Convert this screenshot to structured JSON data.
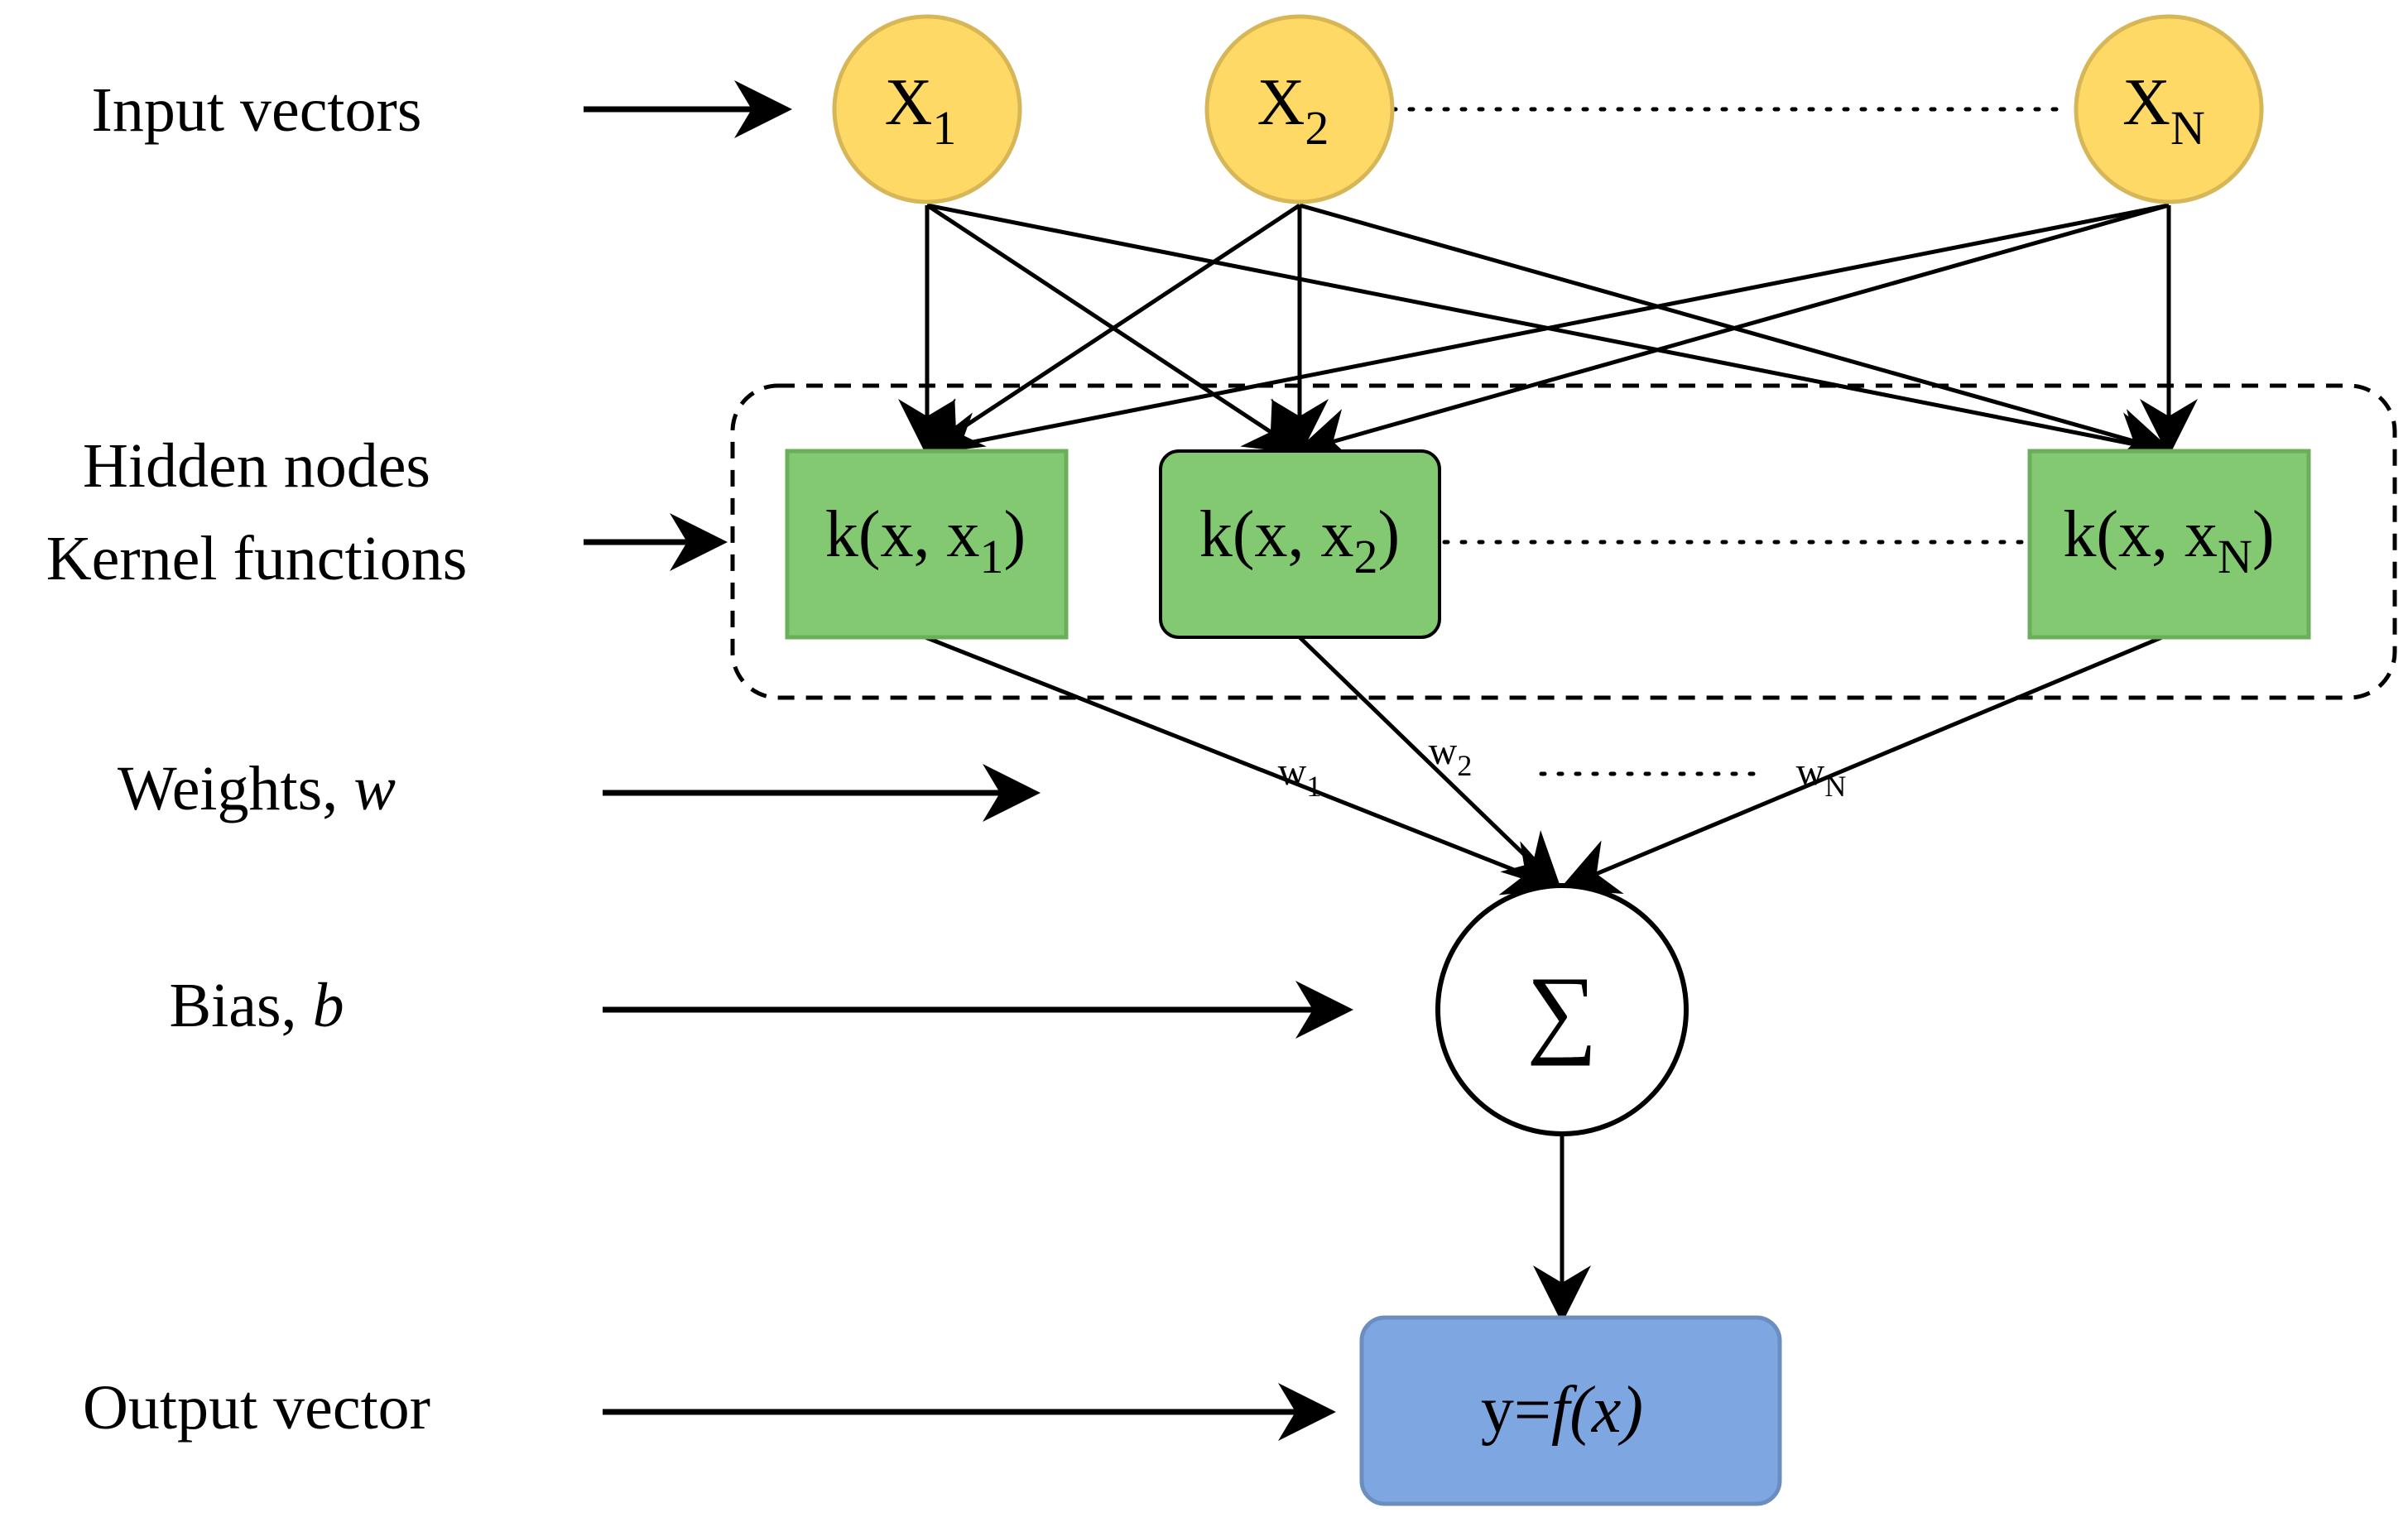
{
  "colors": {
    "input_fill": "#FFD966",
    "input_stroke": "#D6B656",
    "kernel_fill": "#82C972",
    "kernel_stroke": "#6BAF5A",
    "output_fill": "#7EA6E0",
    "output_stroke": "#6C8EBF",
    "line": "#000000"
  },
  "labels": {
    "input_vectors": "Input vectors",
    "hidden_nodes": "Hidden nodes",
    "kernel_functions": "Kernel functions",
    "weights": "Weights, ",
    "weights_var": "w",
    "bias": "Bias, ",
    "bias_var": "b",
    "output_vector": "Output vector"
  },
  "inputs": [
    {
      "base": "X",
      "sub": "1"
    },
    {
      "base": "X",
      "sub": "2"
    },
    {
      "base": "X",
      "sub": "N"
    }
  ],
  "kernels": [
    {
      "prefix": "k(x, x",
      "sub": "1",
      "suffix": ")"
    },
    {
      "prefix": "k(x, x",
      "sub": "2",
      "suffix": ")"
    },
    {
      "prefix": "k(x, x",
      "sub": "N",
      "suffix": ")"
    }
  ],
  "weights": [
    {
      "base": "w",
      "sub": "1"
    },
    {
      "base": "w",
      "sub": "2"
    },
    {
      "base": "w",
      "sub": "N"
    }
  ],
  "sum_symbol": "∑",
  "output": {
    "prefix": "y=",
    "func": "f(x)"
  }
}
